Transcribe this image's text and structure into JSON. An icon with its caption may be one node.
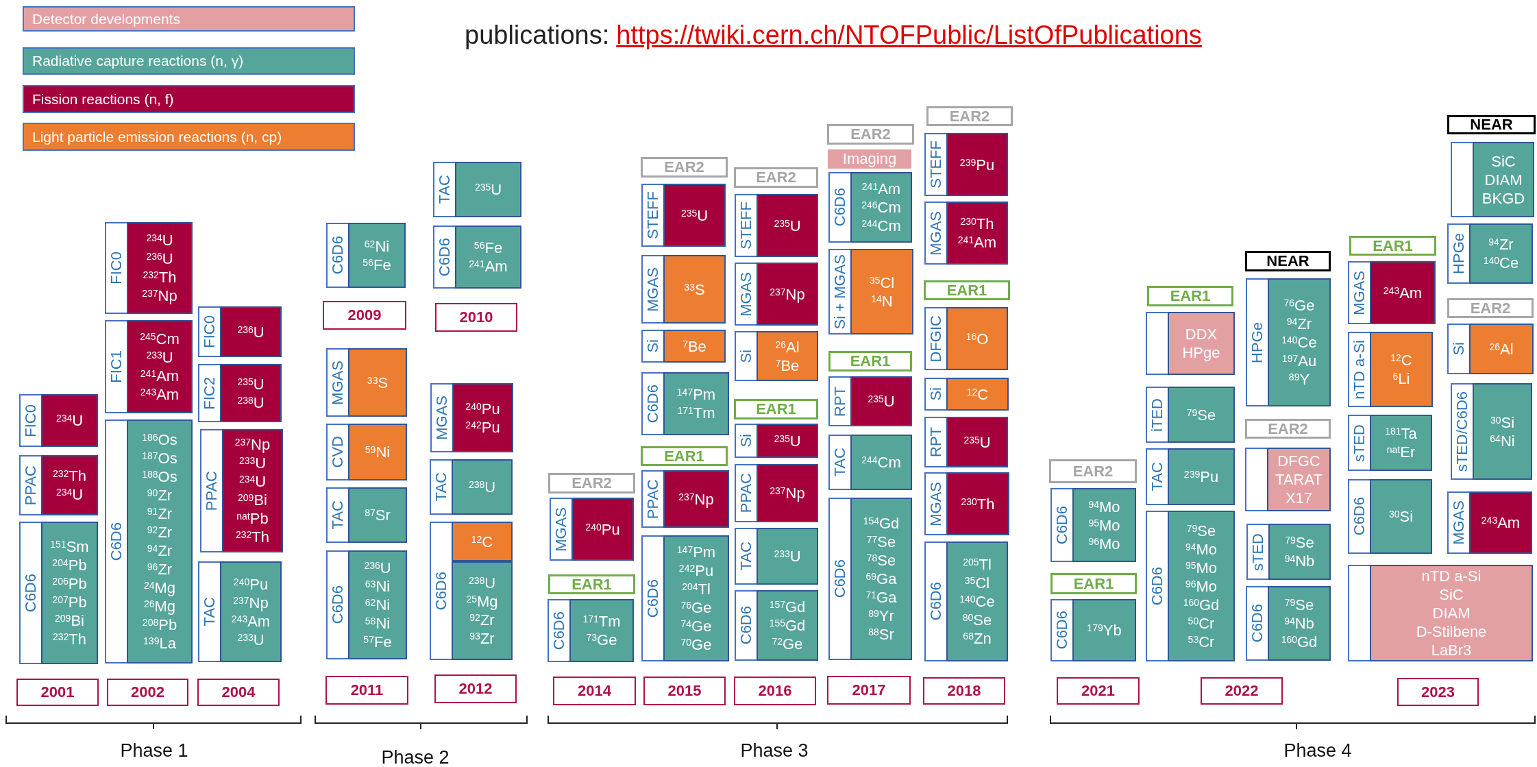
{
  "diagram": {
    "title": "publications: https://twiki.cern.ch/NTOFPublic/ListOfPublications",
    "nodes": [
      {
        "text": [
          "FIC0",
          "$^{234}$U"
        ]
      },
      {
        "text": [
          "PPAC",
          "$^{232}$Th",
          "$^{234}$U"
        ]
      },
      {
        "text": [
          "C6D6",
          "$^{151}$Sm",
          "$^{204}$Pb",
          "$^{206}$Pb",
          "$^{207}$Pb",
          "$^{209}$Bi",
          "$^{232}$Th"
        ]
      },
      {
        "text": [
          "2001"
        ]
      },
      {
        "text": [
          "FIC0",
          "$^{234}$U",
          "$^{236}$U",
          "$^{232}$Th",
          "$^{237}$Np"
        ]
      },
      {
        "text": [
          "FIC1",
          "$^{245}$Cm",
          "$^{233}$U",
          "$^{241}$Am",
          "$^{243}$Am"
        ]
      },
      {
        "text": [
          "C6D6",
          "$^{186}$Os",
          "$^{187}$Os",
          "$^{188}$Os",
          "$^{90}$Zr",
          "$^{91}$Zr",
          "$^{92}$Zr",
          "$^{94}$Zr",
          "$^{96}$Zr",
          "$^{24}$Mg",
          "$^{26}$Mg",
          "$^{208}$Pb",
          "$^{139}$La"
        ]
      },
      {
        "text": [
          "2002"
        ]
      },
      {
        "text": [
          "FIC0",
          "$^{236}$U"
        ]
      },
      {
        "text": [
          "FIC2",
          "$^{235}$U",
          "$^{238}$U"
        ]
      },
      {
        "text": [
          "PPAC",
          "$^{237}$Np",
          "$^{233}$U",
          "$^{234}$U",
          "$^{209}$Bi",
          "$^{nat}$Pb",
          "$^{232}$Th"
        ]
      },
      {
        "text": [
          "TAC",
          "$^{240}$Pu",
          "$^{237}$Np",
          "$^{243}$Am",
          "$^{233}$U"
        ]
      },
      {
        "text": [
          "2004"
        ]
      },
      {
        "text": [
          "C6D6",
          "$^{62}$Ni",
          "$^{56}$Fe"
        ]
      },
      {
        "text": [
          "2009"
        ]
      },
      {
        "text": [
          "TAC",
          "$^{235}$U"
        ]
      },
      {
        "text": [
          "C6D6",
          "$^{56}$Fe",
          "$^{241}$Am"
        ]
      },
      {
        "text": [
          "2010"
        ]
      },
      {
        "text": [
          "MGAS",
          "$^{33}$S"
        ]
      },
      {
        "text": [
          "CVD",
          "$^{59}$Ni"
        ]
      },
      {
        "text": [
          "TAC",
          "$^{87}$Sr"
        ]
      },
      {
        "text": [
          "C6D6",
          "$^{236}$U",
          "$^{63}$Ni",
          "$^{62}$Ni",
          "$^{58}$Ni",
          "$^{57}$Fe"
        ]
      },
      {
        "text": [
          "2011"
        ]
      },
      {
        "text": [
          "MGAS",
          "$^{240}$Pu",
          "$^{242}$Pu"
        ]
      },
      {
        "text": [
          "TAC",
          "$^{238}$U"
        ]
      },
      {
        "text": [
          "C6D6",
          "$^{12}$C",
          "$^{238}$U",
          "$^{25}$Mg",
          "$^{92}$Zr",
          "$^{93}$Zr"
        ]
      },
      {
        "text": [
          "2012"
        ]
      },
      {
        "text": [
          "EAR2"
        ]
      },
      {
        "text": [
          "MGAS",
          "$^{240}$Pu"
        ]
      },
      {
        "text": [
          "EAR1"
        ]
      },
      {
        "text": [
          "C6D6",
          "$^{171}$Tm",
          "$^{73}$Ge"
        ]
      },
      {
        "text": [
          "2014"
        ]
      },
      {
        "text": [
          "EAR2"
        ]
      },
      {
        "text": [
          "STEFF",
          "$^{235}$U"
        ]
      },
      {
        "text": [
          "MGAS",
          "$^{33}$S"
        ]
      },
      {
        "text": [
          "Si",
          "$^{7}$Be"
        ]
      },
      {
        "text": [
          "C6D6",
          "$^{147}$Pm",
          "$^{171}$Tm"
        ]
      },
      {
        "text": [
          "EAR1"
        ]
      },
      {
        "text": [
          "PPAC",
          "$^{237}$Np"
        ]
      },
      {
        "text": [
          "C6D6",
          "$^{147}$Pm",
          "$^{242}$Pu",
          "$^{204}$Tl",
          "$^{76}$Ge",
          "$^{74}$Ge",
          "$^{70}$Ge"
        ]
      },
      {
        "text": [
          "2015"
        ]
      },
      {
        "text": [
          "EAR2"
        ]
      },
      {
        "text": [
          "STEFF",
          "$^{235}$U"
        ]
      },
      {
        "text": [
          "MGAS",
          "$^{237}$Np"
        ]
      },
      {
        "text": [
          "Si",
          "$^{26}$Al",
          "$^{7}$Be"
        ]
      },
      {
        "text": [
          "EAR1"
        ]
      },
      {
        "text": [
          "Si",
          "$^{235}$U"
        ]
      },
      {
        "text": [
          "PPAC",
          "$^{237}$Np"
        ]
      },
      {
        "text": [
          "TAC",
          "$^{233}$U"
        ]
      },
      {
        "text": [
          "C6D6",
          "$^{157}$Gd",
          "$^{155}$Gd",
          "$^{72}$Ge"
        ]
      },
      {
        "text": [
          "2016"
        ]
      },
      {
        "text": [
          "EAR2"
        ]
      },
      {
        "text": [
          "Imaging"
        ]
      },
      {
        "text": [
          "C6D6",
          "$^{241}$Am",
          "$^{246}$Cm",
          "$^{244}$Cm"
        ]
      },
      {
        "text": [
          "Si + MGAS",
          "$^{35}$Cl",
          "$^{14}$N"
        ]
      },
      {
        "text": [
          "EAR1"
        ]
      },
      {
        "text": [
          "RPT",
          "$^{235}$U"
        ]
      },
      {
        "text": [
          "TAC",
          "$^{244}$Cm"
        ]
      },
      {
        "text": [
          "C6D6",
          "$^{154}$Gd",
          "$^{77}$Se",
          "$^{78}$Se",
          "$^{69}$Ga",
          "$^{71}$Ga",
          "$^{89}$Yr",
          "$^{88}$Sr"
        ]
      },
      {
        "text": [
          "2017"
        ]
      },
      {
        "text": [
          "EAR2"
        ]
      },
      {
        "text": [
          "STEFF",
          "$^{239}$Pu"
        ]
      },
      {
        "text": [
          "MGAS",
          "$^{230}$Th",
          "$^{241}$Am"
        ]
      },
      {
        "text": [
          "EAR1"
        ]
      },
      {
        "text": [
          "DFGIC",
          "$^{16}$O"
        ]
      },
      {
        "text": [
          "Si",
          "$^{12}$C"
        ]
      },
      {
        "text": [
          "RPT",
          "$^{235}$U"
        ]
      },
      {
        "text": [
          "MGAS",
          "$^{230}$Th"
        ]
      },
      {
        "text": [
          "C6D6",
          "$^{205}$Tl",
          "$^{35}$Cl",
          "$^{140}$Ce",
          "$^{80}$Se",
          "$^{68}$Zn"
        ]
      },
      {
        "text": [
          "2018"
        ]
      },
      {
        "text": [
          "EAR2"
        ]
      },
      {
        "text": [
          "C6D6",
          "$^{94}$Mo",
          "$^{95}$Mo",
          "$^{96}$Mo"
        ]
      },
      {
        "text": [
          "EAR1"
        ]
      },
      {
        "text": [
          "C6D6",
          "$^{179}$Yb"
        ]
      },
      {
        "text": [
          "2021"
        ]
      },
      {
        "text": [
          "EAR1"
        ]
      },
      {
        "text": [
          "DDX",
          "HPge"
        ]
      },
      {
        "text": [
          "iTED",
          "$^{79}$Se"
        ]
      },
      {
        "text": [
          "TAC",
          "$^{239}$Pu"
        ]
      },
      {
        "text": [
          "C6D6",
          "$^{79}$Se",
          "$^{94}$Mo",
          "$^{95}$Mo",
          "$^{96}$Mo",
          "$^{160}$Gd",
          "$^{50}$Cr",
          "$^{53}$Cr"
        ]
      },
      {
        "text": [
          "NEAR"
        ]
      },
      {
        "text": [
          "HPGe",
          "$^{76}$Ge",
          "$^{94}$Zr",
          "$^{140}$Ce",
          "$^{197}$Au",
          "$^{89}$Y"
        ]
      },
      {
        "text": [
          "EAR2"
        ]
      },
      {
        "text": [
          "DFGC",
          "TARAT",
          "X17"
        ]
      },
      {
        "text": [
          "sTED",
          "$^{79}$Se",
          "$^{94}$Nb"
        ]
      },
      {
        "text": [
          "C6D6",
          "$^{79}$Se",
          "$^{94}$Nb",
          "$^{160}$Gd"
        ]
      },
      {
        "text": [
          "2022"
        ]
      },
      {
        "text": [
          "EAR1"
        ]
      },
      {
        "text": [
          "MGAS",
          "$^{243}$Am"
        ]
      },
      {
        "text": [
          "nTD a-Si",
          "$^{12}$C",
          "$^{6}$Li"
        ]
      },
      {
        "text": [
          "sTED",
          "$^{181}$Ta",
          "$^{nat}$Er"
        ]
      },
      {
        "text": [
          "C6D6",
          "$^{30}$Si"
        ]
      },
      {
        "text": [
          "nTD a-Si",
          "SiC",
          "DIAM",
          "D-Stilbene",
          "LaBr3"
        ]
      },
      {
        "text": [
          "NEAR"
        ]
      },
      {
        "text": [
          "SiC",
          "DIAM",
          "BKGD"
        ]
      },
      {
        "text": [
          "HPGe",
          "$^{94}$Zr",
          "$^{140}$Ce"
        ]
      },
      {
        "text": [
          "EAR2"
        ]
      },
      {
        "text": [
          "Si",
          "$^{26}$Al"
        ]
      },
      {
        "text": [
          "sTED/C6D6",
          "$^{30}$Si",
          "$^{64}$Ni"
        ]
      },
      {
        "text": [
          "MGAS",
          "$^{243}$Am"
        ]
      },
      {
        "text": [
          "2023"
        ]
      }
    ],
    "labels": [
      "Phase 1",
      "Phase 2",
      "Phase 3",
      "Phase 4"
    ],
    "legend": [
      {
        "text": "Detector developments",
        "color": "#e3a0a3"
      },
      {
        "text": "Radiative capture reactions (n, γ)",
        "color": "#56a59a"
      },
      {
        "text": "Fission reactions (n, f)",
        "color": "#a5003b"
      },
      {
        "text": "Light particle emission reactions (n, cp)",
        "color": "#ed7d31"
      }
    ]
  }
}
